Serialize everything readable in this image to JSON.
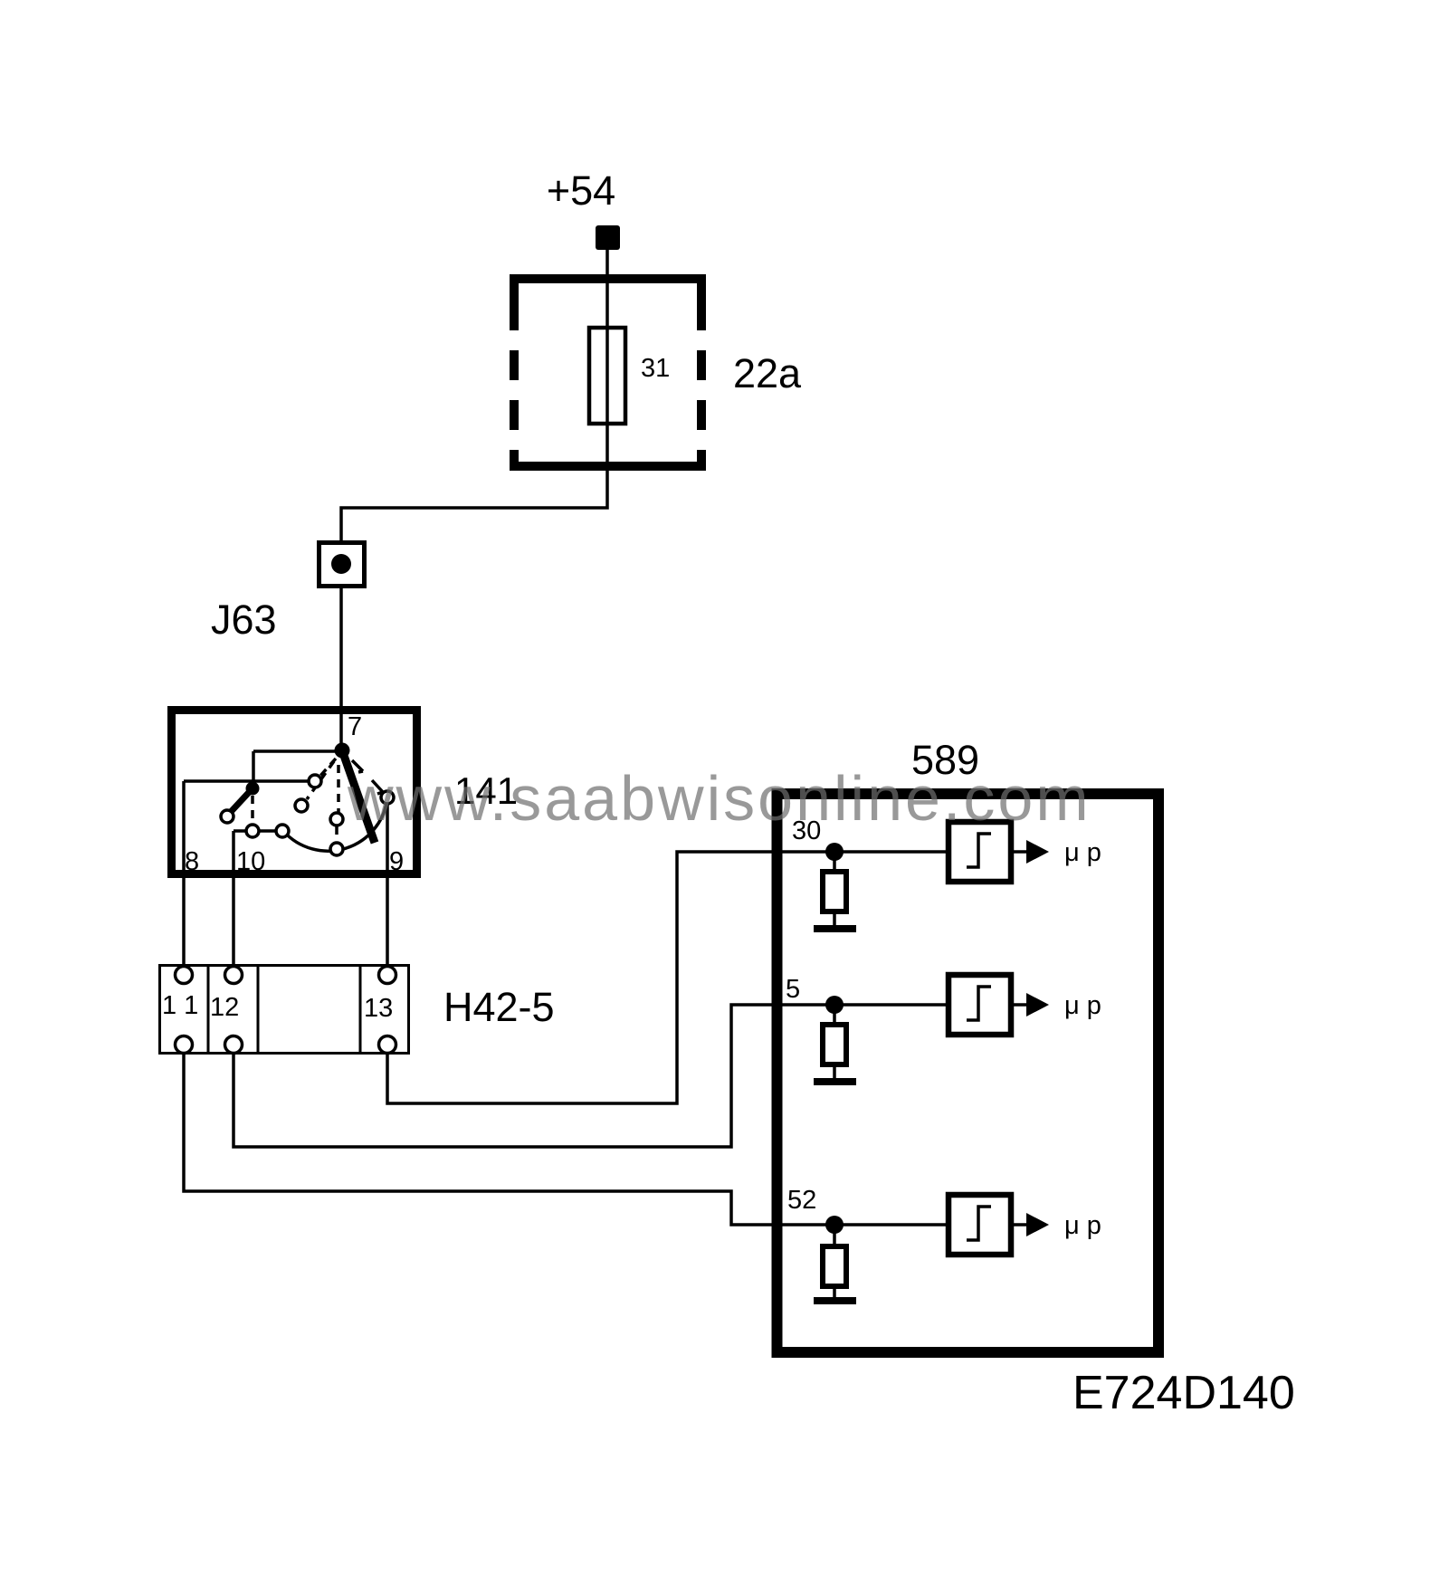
{
  "page": {
    "background": "#ffffff",
    "line_color": "#000000",
    "watermark_color": "#8e8e8e"
  },
  "watermark": {
    "text": "www.saabwisonline.com"
  },
  "power_feed": {
    "label": "+54"
  },
  "fuse_box": {
    "id_label": "22a",
    "fuse_label": "31"
  },
  "connector_j63": {
    "label": "J63"
  },
  "switch_141": {
    "label": "141",
    "pin_7": "7",
    "pin_8": "8",
    "pin_10": "10",
    "pin_9": "9"
  },
  "connector_h42": {
    "label": "H42-5",
    "pin_1": "1 1",
    "pin_12": "12",
    "pin_13": "13"
  },
  "module_589": {
    "label": "589",
    "diagram_ref": "E724D140",
    "channels": [
      {
        "pin": "30",
        "output": "μ p"
      },
      {
        "pin": "5",
        "output": "μ p"
      },
      {
        "pin": "52",
        "output": "μ p"
      }
    ]
  }
}
